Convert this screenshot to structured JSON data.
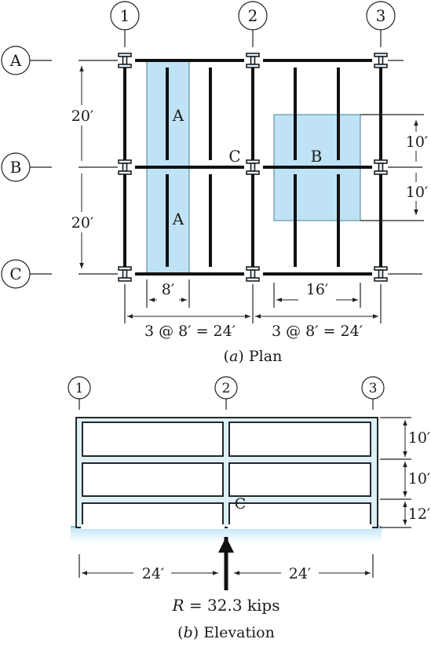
{
  "plan": {
    "col_bubbles": [
      "1",
      "2",
      "3"
    ],
    "row_bubbles": [
      "A",
      "B",
      "C"
    ],
    "area_A_label": "A",
    "area_B_label": "B",
    "column_C_label": "C",
    "dim_bay_left": "20′",
    "dim_bay_right": "20′",
    "dim_trib_top": "10′",
    "dim_trib_bottom": "10′",
    "dim_width_A": "8′",
    "dim_width_B": "16′",
    "dim_span_left": "3 @ 8′ = 24′",
    "dim_span_right": "3 @ 8′ = 24′",
    "caption_letter": "a",
    "caption_word": "Plan"
  },
  "elevation": {
    "col_bubbles": [
      "1",
      "2",
      "3"
    ],
    "story_dims": [
      "10′",
      "10′",
      "12′"
    ],
    "column_C_label": "C",
    "span_left": "24′",
    "span_right": "24′",
    "reaction_sym": "R",
    "reaction_value": "= 32.3 kips",
    "caption_letter": "b",
    "caption_word": "Elevation"
  },
  "colors": {
    "tributary_fill": "#bfe3f4",
    "tributary_stroke": "#4a7f9a",
    "steel": "#111111",
    "ground": "#cdeaf6"
  }
}
